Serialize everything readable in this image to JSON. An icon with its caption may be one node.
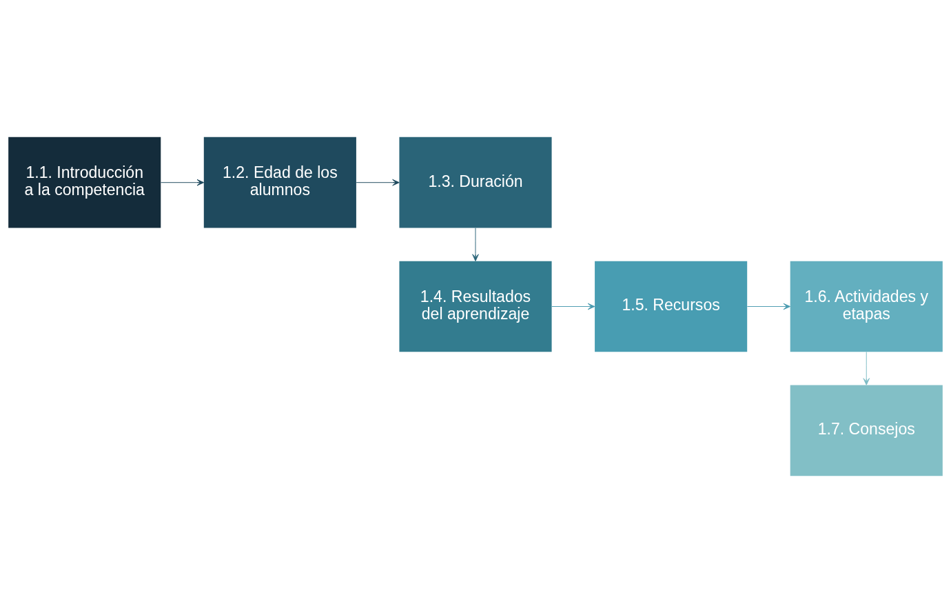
{
  "diagram": {
    "nodes": [
      {
        "text": [
          "1.1. Introducción a la competencia"
        ]
      },
      {
        "text": [
          "1.2. Edad de los alumnos"
        ]
      },
      {
        "text": [
          "1.3. Duración"
        ]
      },
      {
        "text": [
          "1.4. Resultados del aprendizaje"
        ]
      },
      {
        "text": [
          "1.5. Recursos"
        ]
      },
      {
        "text": [
          "1.6. Actividades y etapas"
        ]
      },
      {
        "text": [
          "1.7. Consejos"
        ]
      }
    ],
    "edges": [
      {
        "from": 0,
        "to": 1,
        "arrow": "to",
        "color": "#1f4a5e"
      },
      {
        "from": 1,
        "to": 2,
        "arrow": "to",
        "color": "#1f4a5e"
      },
      {
        "from": 2,
        "to": 3,
        "arrow": "to",
        "color": "#2a6478"
      },
      {
        "from": 3,
        "to": 4,
        "arrow": "to",
        "color": "#4a9bb0"
      },
      {
        "from": 4,
        "to": 5,
        "arrow": "to",
        "color": "#4a9bb0"
      },
      {
        "from": 5,
        "to": 6,
        "arrow": "to",
        "color": "#7fbcc6"
      }
    ]
  }
}
